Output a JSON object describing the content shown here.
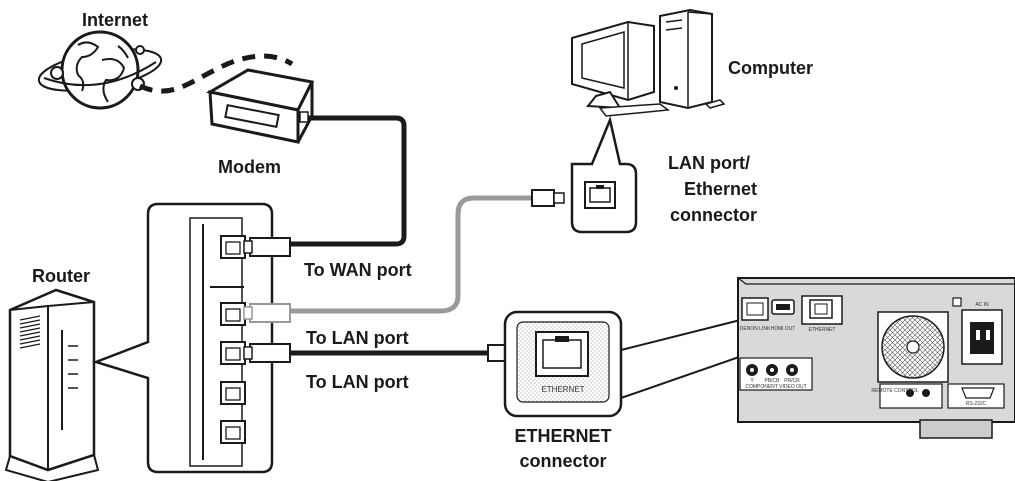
{
  "labels": {
    "internet": "Internet",
    "modem": "Modem",
    "router": "Router",
    "computer": "Computer",
    "lan_port_line1": "LAN port/",
    "lan_port_line2": "Ethernet",
    "lan_port_line3": "connector",
    "to_wan_port": "To WAN port",
    "to_lan_port_1": "To LAN port",
    "to_lan_port_2": "To LAN port",
    "ethernet_connector_line1": "ETHERNET",
    "ethernet_connector_line2": "connector"
  },
  "device_panel": {
    "ethernet_zoom_label": "ETHERNET",
    "port_labels": {
      "denon_link": "DENON LINK",
      "hdmi_out": "HDMI OUT",
      "ethernet": "ETHERNET",
      "component_y": "Y",
      "component_pb": "PB/CB",
      "component_pr": "PR/CR",
      "component_video_out": "COMPONENT VIDEO OUT",
      "remote_control": "REMOTE CONTROL",
      "rs232c": "RS-232C",
      "ac_in": "AC IN"
    }
  },
  "colors": {
    "line": "#1a1a1a",
    "gray_cable": "#999999",
    "device_body": "#d9d9d9",
    "background": "#ffffff"
  }
}
